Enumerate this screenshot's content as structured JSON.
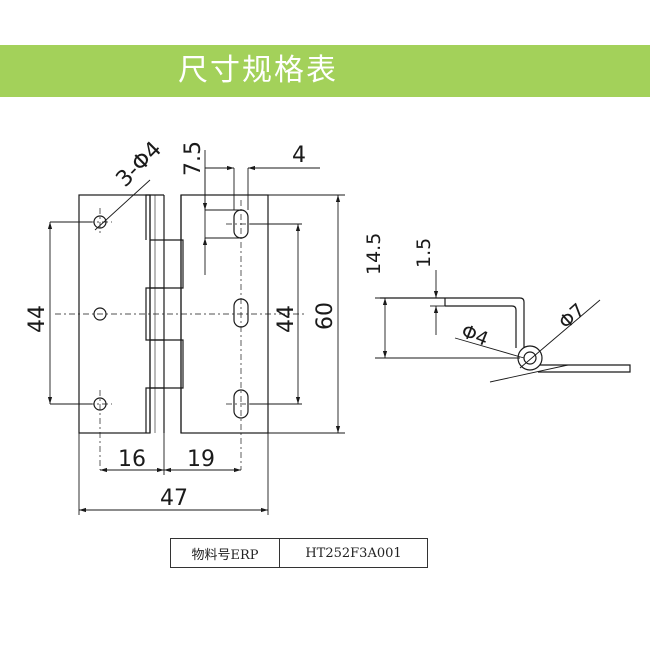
{
  "header": {
    "title": "尺寸规格表"
  },
  "dimensions": {
    "holes_left": "3-Φ4",
    "slot_height": "7.5",
    "slot_width": "4",
    "left_height": "44",
    "right_inner_height": "44",
    "total_height": "60",
    "left_offset": "16",
    "right_offset": "19",
    "total_width": "47",
    "side_height": "14.5",
    "thickness": "1.5",
    "pin_diameter": "Φ4",
    "knuckle_diameter": "Φ7"
  },
  "spec_table": {
    "label": "物料号ERP",
    "value": "HT252F3A001"
  }
}
